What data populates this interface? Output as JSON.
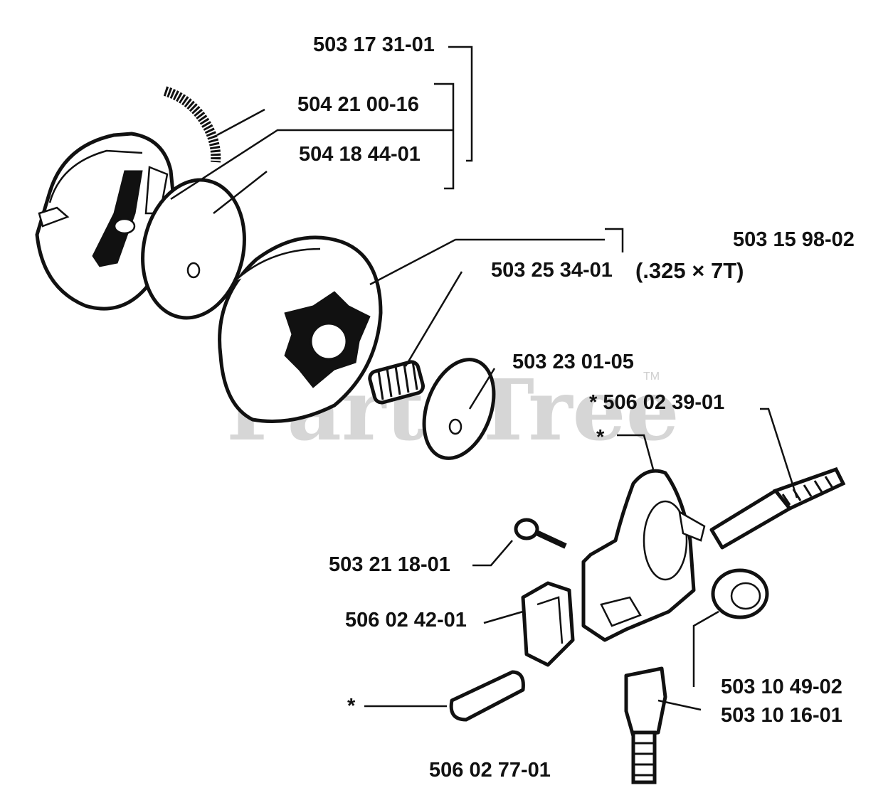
{
  "watermark": {
    "text": "PartsTree",
    "trademark": "TM"
  },
  "labels": {
    "p_503_17_31_01": "503 17 31-01",
    "p_504_21_00_16": "504 21 00-16",
    "p_504_18_44_01": "504 18 44-01",
    "p_503_15_98_02": "503 15 98-02",
    "p_325_7t": "(.325 × 7T)",
    "p_503_25_34_01": "503 25 34-01",
    "p_503_23_01_05": "503 23 01-05",
    "p_506_02_39_01": "* 506 02 39-01",
    "star_a": "*",
    "p_503_21_18_01": "503 21 18-01",
    "p_506_02_42_01": "506 02 42-01",
    "p_503_10_49_02": "503 10 49-02",
    "p_503_10_16_01": "503 10 16-01",
    "star_b": "*",
    "p_506_02_77_01": "506 02 77-01"
  }
}
